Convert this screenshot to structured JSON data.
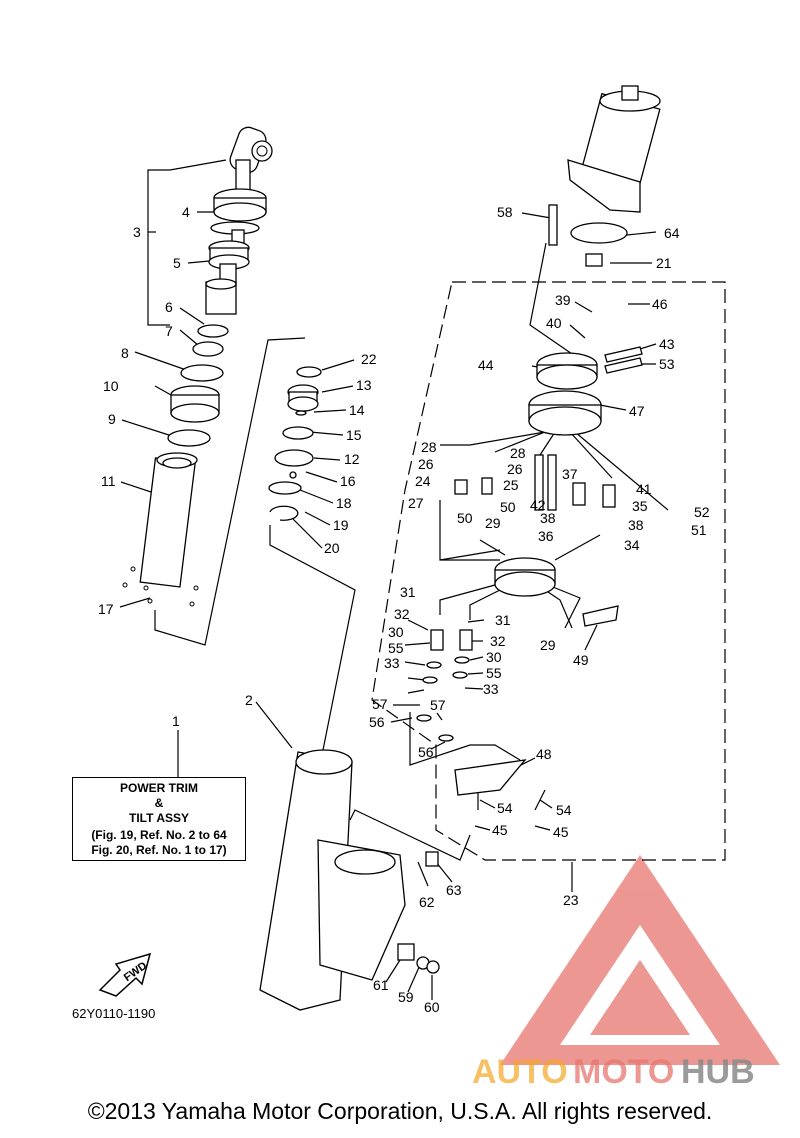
{
  "info_box": {
    "line1": "POWER TRIM",
    "line2": "&",
    "line3": "TILT ASSY",
    "line4": "(Fig. 19, Ref. No. 2 to 64",
    "line5": "Fig. 20, Ref. No. 1 to 17)"
  },
  "fwd_label": "FWD",
  "diagram_code": "62Y0110-1190",
  "copyright": "©2013 Yamaha Motor Corporation, U.S.A. All rights reserved.",
  "watermark": {
    "auto": "AUTO",
    "moto": "MOTO",
    "hub": "HUB"
  },
  "colors": {
    "watermark_red": "#e8756f",
    "watermark_orange": "#f5a623",
    "watermark_gray": "#8a8a8a"
  },
  "callouts": [
    "1",
    "2",
    "3",
    "4",
    "5",
    "6",
    "7",
    "8",
    "9",
    "10",
    "11",
    "12",
    "13",
    "14",
    "15",
    "16",
    "17",
    "18",
    "19",
    "20",
    "21",
    "22",
    "23",
    "24",
    "25",
    "26",
    "27",
    "28",
    "29",
    "30",
    "31",
    "32",
    "33",
    "34",
    "35",
    "36",
    "37",
    "38",
    "39",
    "40",
    "41",
    "42",
    "43",
    "44",
    "45",
    "46",
    "47",
    "48",
    "49",
    "50",
    "51",
    "52",
    "53",
    "54",
    "55",
    "56",
    "57",
    "58",
    "59",
    "60",
    "61",
    "62",
    "63",
    "64"
  ]
}
